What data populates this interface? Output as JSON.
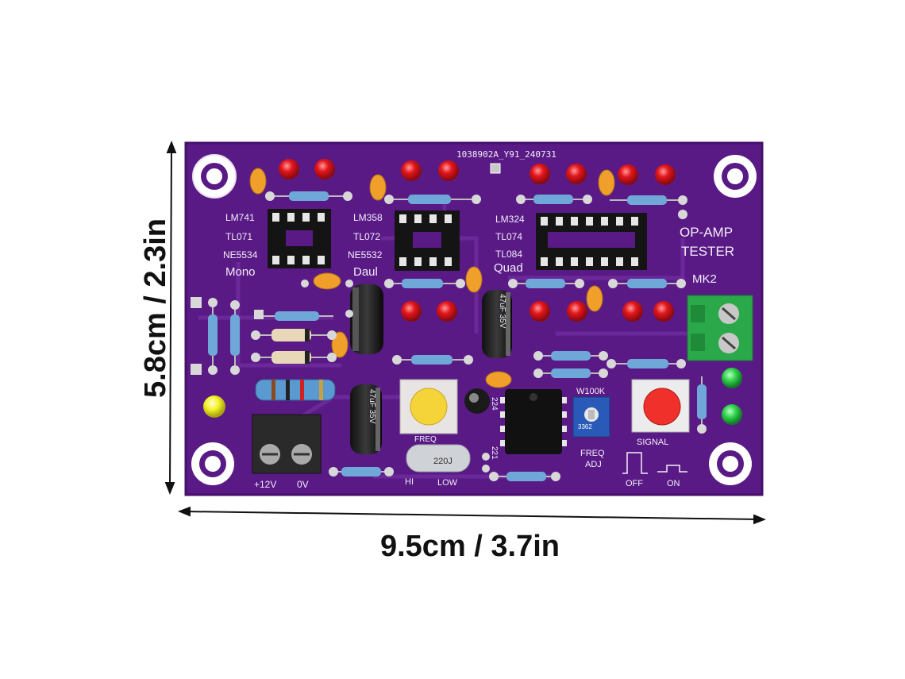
{
  "dimensions": {
    "width_label": "9.5cm / 3.7in",
    "height_label": "5.8cm / 2.3in"
  },
  "board": {
    "serial": "1038902A_Y91_240731",
    "title_line1": "OP-AMP",
    "title_line2": "TESTER",
    "version": "MK2",
    "mono_group": {
      "chips": [
        "LM741",
        "TL071",
        "NE5534"
      ],
      "label": "Mono"
    },
    "dual_group": {
      "chips": [
        "LM358",
        "TL072",
        "NE5532"
      ],
      "label": "Daul"
    },
    "quad_group": {
      "chips": [
        "LM324",
        "TL074",
        "TL084"
      ],
      "label": "Quad"
    },
    "power": {
      "plus": "+12V",
      "zero": "0V"
    },
    "freq_button": "FREQ",
    "hi": "HI",
    "low": "LOW",
    "pot_top": "W100K",
    "pot_code": "3362",
    "freq_adj_1": "FREQ",
    "freq_adj_2": "ADJ",
    "signal_button": "SIGNAL",
    "off": "OFF",
    "on": "ON",
    "cap_221": "221",
    "cap_224": "224",
    "cap_220j": "220J",
    "elec_cap_a": "47uF 35V",
    "elec_cap_b": "47uF 35V"
  },
  "colors": {
    "pcb": "#5a1a86",
    "pcb_edge": "#46106b",
    "led_red": "#e3161c",
    "led_green": "#2fd24a",
    "led_yellow": "#f2f22a",
    "terminal_green": "#2aa84a",
    "button_yellow": "#f5d43a",
    "button_red": "#f0302a"
  }
}
